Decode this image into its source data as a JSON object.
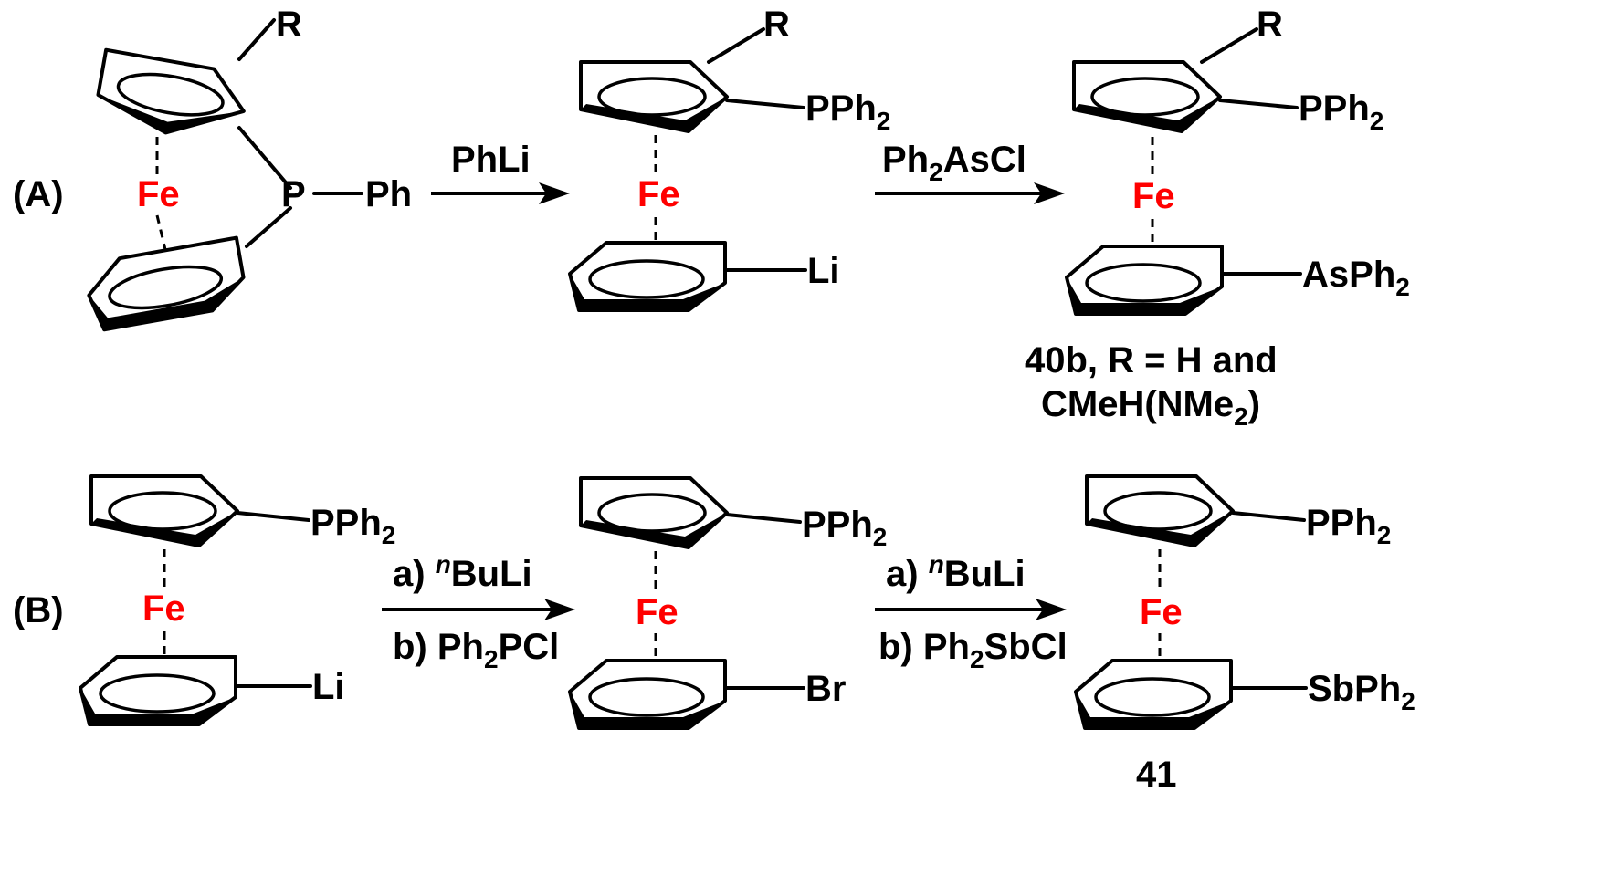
{
  "scheme": {
    "A": {
      "label": "(A)",
      "start": {
        "substituent": "R",
        "metal": "Fe",
        "bridge_atom": "P",
        "bridge_group": "Ph"
      },
      "reagent": "PhLi",
      "mid": {
        "substituent": "R",
        "top_group": "PPh",
        "top_group_sub": "2",
        "metal": "Fe",
        "bottom_group": "Li"
      },
      "reagent2": {
        "pre": "Ph",
        "sub": "2",
        "post": "AsCl"
      },
      "product": {
        "substituent": "R",
        "top_group": "PPh",
        "top_group_sub": "2",
        "metal": "Fe",
        "bottom_group": "AsPh",
        "bottom_group_sub": "2",
        "caption_line1": "40b, R = H and",
        "caption_line2_pre": "CMeH(NMe",
        "caption_line2_sub": "2",
        "caption_line2_post": ")"
      }
    },
    "B": {
      "label": "(B)",
      "start": {
        "top_group": "PPh",
        "top_group_sub": "2",
        "metal": "Fe",
        "bottom_group": "Li"
      },
      "step1": {
        "a_pre": "a) ",
        "a_sup": "n",
        "a_post": "BuLi",
        "b_pre": "b) Ph",
        "b_sub": "2",
        "b_post": "PCl"
      },
      "mid": {
        "top_group": "PPh",
        "top_group_sub": "2",
        "metal": "Fe",
        "bottom_group": "Br"
      },
      "step2": {
        "a_pre": "a) ",
        "a_sup": "n",
        "a_post": "BuLi",
        "b_pre": "b) Ph",
        "b_sub": "2",
        "b_post": "SbCl"
      },
      "product": {
        "top_group": "PPh",
        "top_group_sub": "2",
        "metal": "Fe",
        "bottom_group": "SbPh",
        "bottom_group_sub": "2",
        "caption": "41"
      }
    }
  },
  "colors": {
    "metal": "#ff0000",
    "ink": "#000000"
  }
}
